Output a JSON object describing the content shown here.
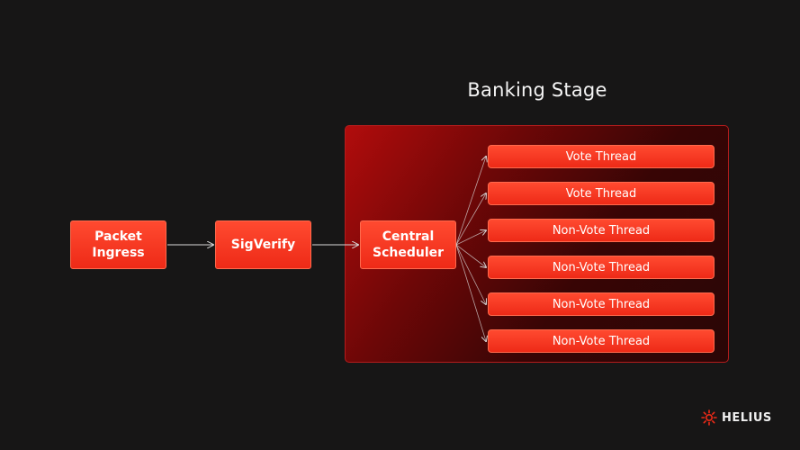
{
  "stage": {
    "title": "Banking Stage"
  },
  "nodes": {
    "packet_ingress": "Packet\nIngress",
    "sigverify": "SigVerify",
    "central_scheduler": "Central\nScheduler"
  },
  "threads": [
    "Vote Thread",
    "Vote Thread",
    "Non-Vote Thread",
    "Non-Vote Thread",
    "Non-Vote Thread",
    "Non-Vote Thread"
  ],
  "brand": {
    "name": "HELIUS",
    "logo_icon": "helius-sun-icon",
    "accent": "#ee2a17"
  },
  "colors": {
    "background": "#171616",
    "node_fill": "#ee2a17",
    "stage_border": "#b41c1c",
    "arrow": "#d8d8d8"
  }
}
